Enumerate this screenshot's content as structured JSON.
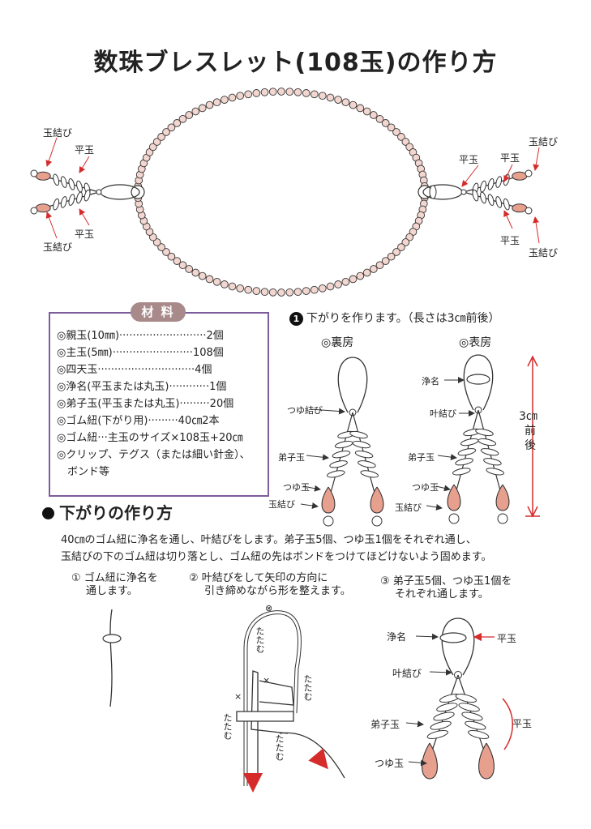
{
  "title": "数珠ブレスレット(108玉)の作り方",
  "bracelet_labels": {
    "left_top_knot": "玉結び",
    "left_top_flat": "平玉",
    "left_bottom_flat": "平玉",
    "left_bottom_knot": "玉結び",
    "right_flat_center": "平玉",
    "right_top_flat": "平玉",
    "right_top_knot": "玉結び",
    "right_bottom_flat": "平玉",
    "right_bottom_knot": "玉結び"
  },
  "materials": {
    "badge": "材 料",
    "items": [
      "◎親玉(10㎜)··························2個",
      "◎主玉(5㎜)························108個",
      "◎四天玉·····························4個",
      "◎浄名(平玉または丸玉)············1個",
      "◎弟子玉(平玉または丸玉)·········20個",
      "◎ゴム紐(下がり用)·········40㎝2本",
      "◎ゴム紐···主玉のサイズ×108玉+20㎝",
      "◎クリップ、テグス（または細い針金）、",
      "　ボンド等"
    ]
  },
  "step1": {
    "num": "1",
    "title": "下がりを作ります。（長さは3㎝前後）",
    "back_label": "◎裏房",
    "front_label": "◎表房",
    "tsuyu_knot": "つゆ結び",
    "deshi": "弟子玉",
    "tsuyu": "つゆ玉",
    "tama_knot": "玉結び",
    "jomyo": "浄名",
    "kano_knot": "叶結び",
    "length": "3㎝",
    "length2": "前",
    "length3": "後"
  },
  "section": {
    "heading": "下がりの作り方",
    "para1": "40㎝のゴム紐に浄名を通し、叶結びをします。弟子玉5個、つゆ玉1個をそれぞれ通し、",
    "para2": "玉結びの下のゴム紐は切り落とし、ゴム紐の先はボンドをつけてほどけないよう固めます。"
  },
  "substeps": {
    "s1_line1": "① ゴム紐に浄名を",
    "s1_line2": "通します。",
    "s2_line1": "② 叶結びをして矢印の方向に",
    "s2_line2": "引き締めながら形を整えます。",
    "s3_line1": "③ 弟子玉5個、つゆ玉1個を",
    "s3_line2": "それぞれ通します。",
    "fold": "たたむ",
    "cross": "×",
    "jomyo": "浄名",
    "kano_knot": "叶結び",
    "deshi": "弟子玉",
    "tsuyu": "つゆ玉",
    "flat": "平玉"
  },
  "colors": {
    "bead_fill": "#f2d6cf",
    "accent_red": "#d62b2b",
    "tassel_bead": "#e8a08e",
    "frame_purple": "#7d5c9b"
  }
}
